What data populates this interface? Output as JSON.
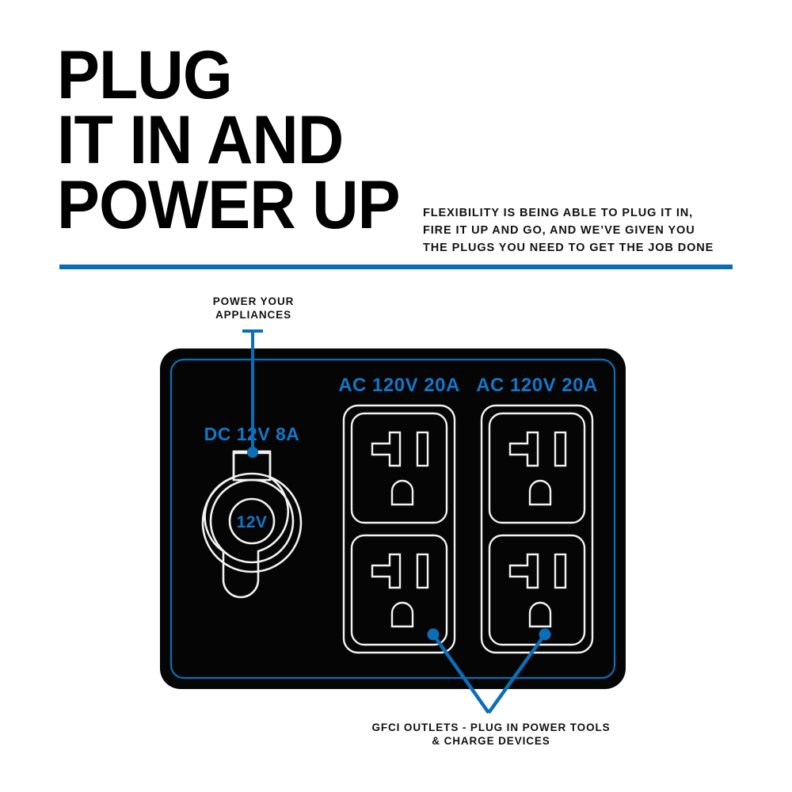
{
  "headline": {
    "lines": [
      "PLUG",
      "IT IN AND",
      "POWER UP"
    ]
  },
  "deck": {
    "lines": [
      "FLEXIBILITY IS BEING ABLE TO PLUG IT IN,",
      "FIRE IT UP AND GO, AND WE’VE GIVEN YOU",
      "THE PLUGS YOU NEED TO GET THE JOB DONE"
    ]
  },
  "callouts": {
    "top": {
      "lines": [
        "POWER YOUR",
        "APPLIANCES"
      ]
    },
    "bottom": {
      "lines": [
        "GFCI OUTLETS - PLUG IN POWER TOOLS",
        "& CHARGE DEVICES"
      ]
    }
  },
  "panel": {
    "dc_outlet": {
      "label": "DC 12V  8A",
      "socket_text": "12V"
    },
    "ac_outlets": [
      {
        "label": "AC 120V 20A"
      },
      {
        "label": "AC 120V 20A"
      }
    ]
  },
  "colors": {
    "accent_blue": "#0b6fb8",
    "label_blue": "#1277c9",
    "panel_black": "#050505",
    "outline_white": "#f2f2f2",
    "text_black": "#121212"
  }
}
